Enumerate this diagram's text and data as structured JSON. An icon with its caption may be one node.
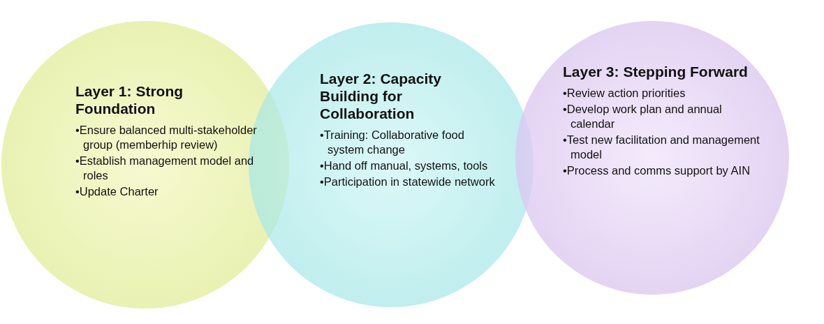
{
  "diagram": {
    "nodes": [
      {
        "text": [
          "Layer 1: Strong Foundation",
          "•Ensure balanced multi-stakeholder group (memberhip review)",
          "•Establish management model and roles",
          "•Update Charter"
        ]
      },
      {
        "text": [
          "Layer 2: Capacity Building for Collaboration",
          "•Training: Collaborative food system change",
          "•Hand off manual, systems, tools",
          "•Participation in statewide network"
        ]
      },
      {
        "text": [
          "Layer 3: Stepping Forward",
          "•Review action priorities",
          "•Develop work plan and annual calendar",
          "•Test new facilitation and management model",
          "•Process and comms support by AIN"
        ]
      }
    ],
    "edges": []
  }
}
